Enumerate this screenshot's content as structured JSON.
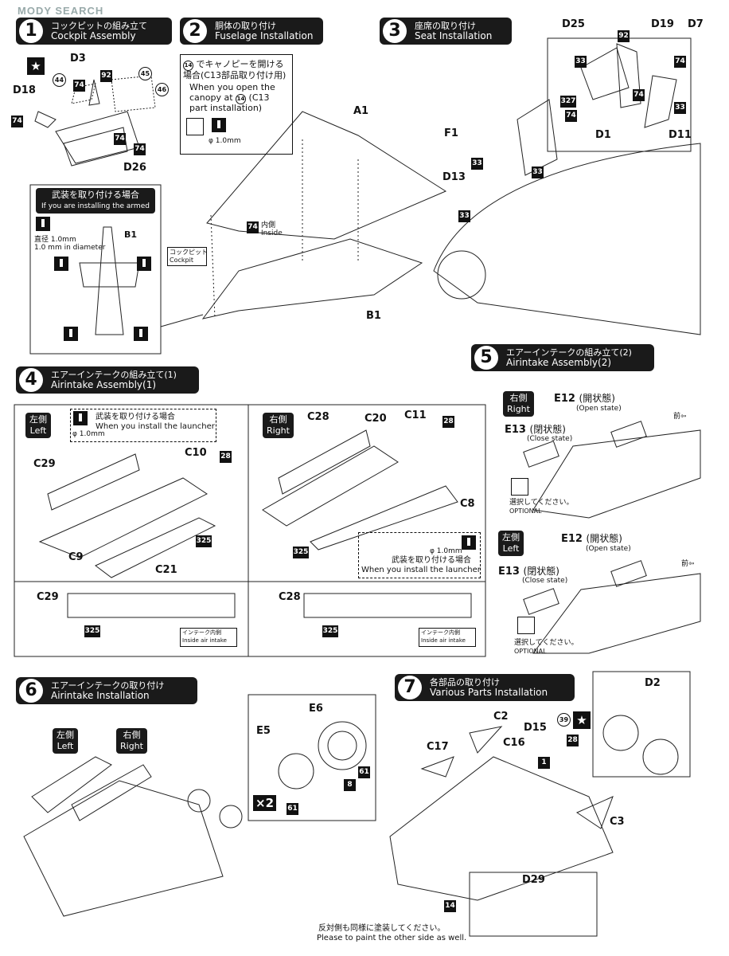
{
  "watermark": "MODY SEARCH",
  "steps": {
    "s1": {
      "num": "1",
      "jp": "コックピットの組み立て",
      "en": "Cockpit Assembly"
    },
    "s2": {
      "num": "2",
      "jp": "胴体の取り付け",
      "en": "Fuselage Installation"
    },
    "s3": {
      "num": "3",
      "jp": "座席の取り付け",
      "en": "Seat Installation"
    },
    "s4": {
      "num": "4",
      "jp": "エアーインテークの組み立て(1)",
      "en": "Airintake Assembly(1)"
    },
    "s5": {
      "num": "5",
      "jp": "エアーインテークの組み立て(2)",
      "en": "Airintake Assembly(2)"
    },
    "s6": {
      "num": "6",
      "jp": "エアーインテークの取り付け",
      "en": "Airintake Installation"
    },
    "s7": {
      "num": "7",
      "jp": "各部品の取り付け",
      "en": "Various Parts Installation"
    }
  },
  "s1": {
    "parts": [
      "D3",
      "D18",
      "D26"
    ],
    "paints": [
      "74",
      "92",
      "74",
      "74",
      "74"
    ],
    "circles": [
      "44",
      "45",
      "46"
    ],
    "armed_title_jp": "武装を取り付ける場合",
    "armed_title_en": "If you are installing the armed",
    "diam_jp": "直径 1.0mm",
    "diam_en": "1.0 mm in diameter",
    "b1": "B1"
  },
  "s2": {
    "note_jp1": "でキャノピーを開ける",
    "note_jp2": "場合(C13部品取り付け用)",
    "note_en1": "When you open the",
    "note_en2": "canopy at",
    "note_en2b": "(C13",
    "note_en3": "part installation)",
    "circle14": "14",
    "phi": "φ 1.0mm",
    "a1": "A1",
    "b1": "B1",
    "paint74": "74",
    "inside_jp": "内側",
    "inside_en": "Inside",
    "cockpit_jp": "コックピット",
    "cockpit_en": "Cockpit"
  },
  "s3": {
    "parts": [
      "D25",
      "D19",
      "D7",
      "D1",
      "D11",
      "F1",
      "D13"
    ],
    "paints": [
      "92",
      "74",
      "33",
      "74",
      "327",
      "74",
      "33",
      "33",
      "33",
      "33"
    ]
  },
  "s4": {
    "left_jp": "左側",
    "left_en": "Left",
    "right_jp": "右側",
    "right_en": "Right",
    "launch_jp": "武装を取り付ける場合",
    "launch_en": "When you install the launcher",
    "phi": "φ 1.0mm",
    "left_parts": [
      "C29",
      "C10",
      "C9",
      "C21"
    ],
    "right_parts": [
      "C28",
      "C20",
      "C11",
      "C8"
    ],
    "p28": "28",
    "p325": "325",
    "c29": "C29",
    "c28": "C28",
    "intake_jp": "インテーク内側",
    "intake_en": "Inside air intake"
  },
  "s5": {
    "right_jp": "右側",
    "right_en": "Right",
    "left_jp": "左側",
    "left_en": "Left",
    "e12": "E12",
    "open_jp": "(開状態)",
    "open_en": "(Open state)",
    "e13": "E13",
    "close_jp": "(閉状態)",
    "close_en": "(Close state)",
    "front": "前⇦",
    "optional_jp": "選択してください。",
    "optional_en": "OPTIONAL"
  },
  "s6": {
    "left_jp": "左側",
    "left_en": "Left",
    "right_jp": "右側",
    "right_en": "Right",
    "e6": "E6",
    "e5": "E5",
    "x2": "×2",
    "p61a": "61",
    "p8": "8",
    "p61b": "61"
  },
  "s7": {
    "parts": [
      "C2",
      "D15",
      "C17",
      "C16",
      "C3",
      "D2",
      "D29"
    ],
    "p39": "39",
    "p28": "28",
    "p1": "1",
    "p14": "14",
    "paint_jp": "反対側も同様に塗装してください。",
    "paint_en": "Please to paint the other side as well."
  }
}
